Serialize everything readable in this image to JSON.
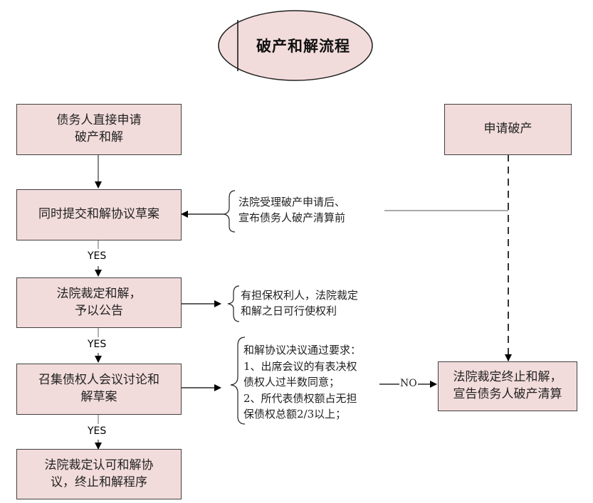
{
  "title": "破产和解流程",
  "nodes": {
    "debtor_apply": {
      "lines": [
        "债务人直接申请",
        "破产和解"
      ]
    },
    "apply_bankruptcy": {
      "lines": [
        "申请破产"
      ]
    },
    "submit_draft": {
      "lines": [
        "同时提交和解协议草案"
      ]
    },
    "court_ruling": {
      "lines": [
        "法院裁定和解，",
        "予以公告"
      ]
    },
    "creditors_meeting": {
      "lines": [
        "召集债权人会议讨论和",
        "解草案"
      ]
    },
    "court_approve": {
      "lines": [
        "法院裁定认可和解协",
        "议，终止和解程序"
      ]
    },
    "court_terminate": {
      "lines": [
        "法院裁定终止和解，",
        "宣告债务人破产清算"
      ]
    }
  },
  "notes": {
    "timing": [
      "法院受理破产申请后、",
      "宣布债务人破产清算前"
    ],
    "secured_rights": [
      "有担保权利人，法院裁定",
      "和解之日可行使权利"
    ],
    "requirements": [
      "和解协议决议通过要求：",
      "1、出席会议的有表决权",
      "债权人过半数同意；",
      "2、所代表债权额占无担",
      "保债权总额2/3以上；"
    ]
  },
  "edge_labels": {
    "yes1": "YES",
    "yes2": "YES",
    "yes3": "YES",
    "no": "NO"
  },
  "colors": {
    "box_fill": "#f2dcdb",
    "border": "#404040"
  }
}
